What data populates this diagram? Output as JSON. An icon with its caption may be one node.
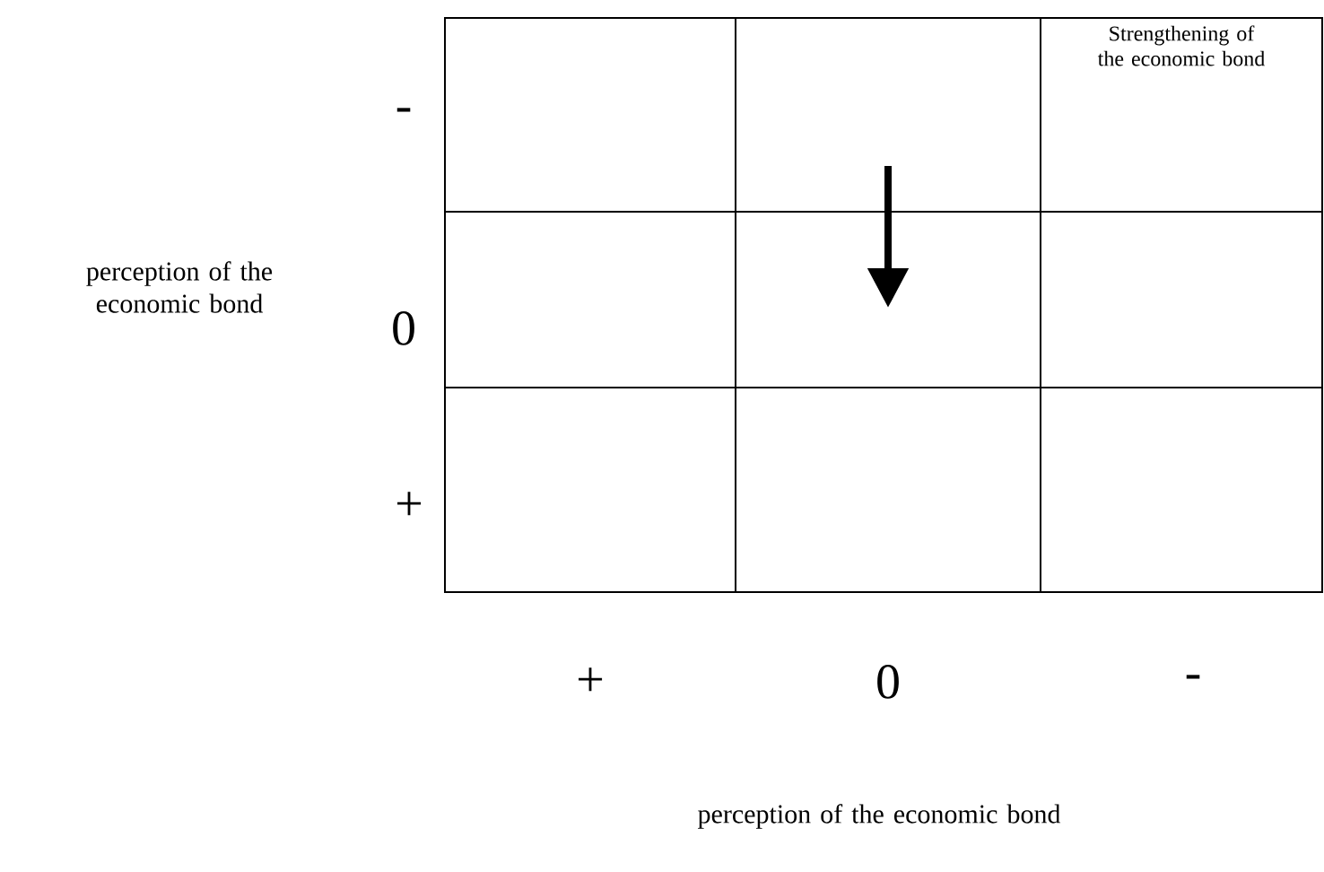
{
  "diagram": {
    "nodes": [
      {
        "text": [],
        "shape": "box"
      },
      {
        "text": [],
        "shape": "box"
      },
      {
        "text": [
          "Strengthening of the economic bond"
        ]
      },
      {
        "text": [],
        "shape": "box"
      },
      {
        "text": [],
        "shape": "box"
      },
      {
        "text": [],
        "shape": "box"
      },
      {
        "text": [],
        "shape": "box"
      },
      {
        "text": [],
        "shape": "box"
      },
      {
        "text": [],
        "shape": "box"
      }
    ],
    "edges": [
      {
        "from": 1,
        "to": 4,
        "arrow": "to"
      }
    ],
    "labels": [
      "-",
      "perception of the economic bond",
      "0",
      "+",
      "+",
      "0",
      "-",
      "perception of the economic bond"
    ]
  }
}
